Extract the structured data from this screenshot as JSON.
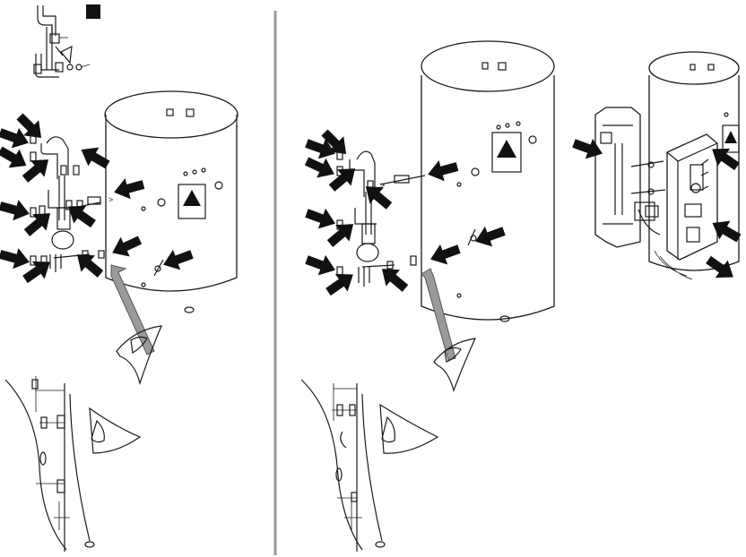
{
  "figure": {
    "panels": [
      {
        "id": "left",
        "description_label": ""
      },
      {
        "id": "right",
        "description_label": ""
      }
    ],
    "icons": {
      "step_marker": "filled-square",
      "warning": "warning-triangle",
      "eye": "eye-view",
      "arrow": "black-pointer-arrow"
    },
    "colors": {
      "ink": "#1a1a1a",
      "arrow": "#111111",
      "divider": "#9a9a9a",
      "view_arrow": "#9a9a9a",
      "background": "#ffffff"
    },
    "callout_marks": [
      ">",
      ">"
    ]
  }
}
